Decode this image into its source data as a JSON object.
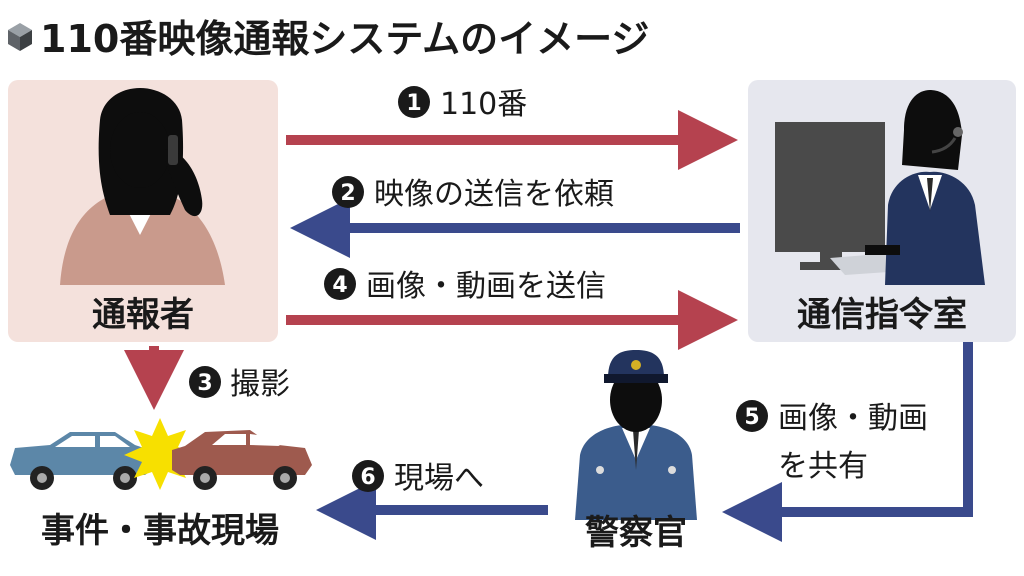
{
  "title": "110番映像通報システムのイメージ",
  "nodes": {
    "reporter": "通報者",
    "command_center": "通信指令室",
    "police_officer": "警察官",
    "scene": "事件・事故現場"
  },
  "steps": [
    {
      "num": "1",
      "label": "110番"
    },
    {
      "num": "2",
      "label": "映像の送信を依頼"
    },
    {
      "num": "3",
      "label": "撮影"
    },
    {
      "num": "4",
      "label": "画像・動画を送信"
    },
    {
      "num": "5",
      "label_line1": "画像・動画",
      "label_line2": "を共有"
    },
    {
      "num": "6",
      "label": "現場へ"
    }
  ],
  "colors": {
    "red_arrow": "#b5424f",
    "blue_arrow": "#3a4a8c",
    "reporter_panel": "#f4e1dc",
    "center_panel": "#e6e7ee",
    "crash_star": "#f7e000",
    "car_left": "#5c87a8",
    "car_right": "#9e5a4e"
  },
  "icons": [
    "cube-icon",
    "woman-on-phone-icon",
    "operator-with-headset-icon",
    "computer-monitor-icon",
    "police-officer-icon",
    "car-icon",
    "crash-star-icon"
  ]
}
